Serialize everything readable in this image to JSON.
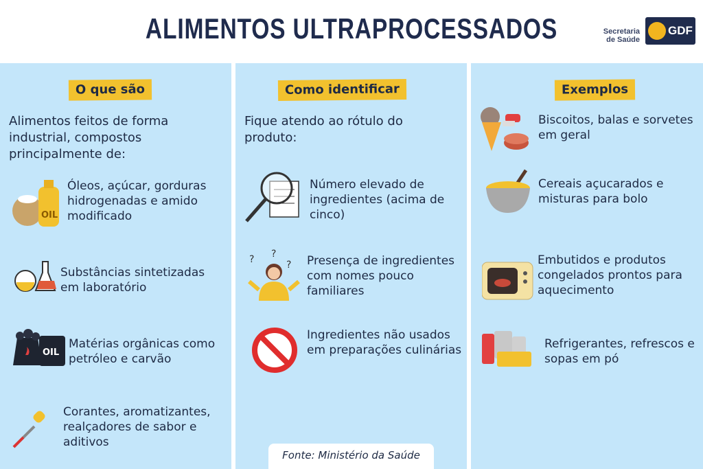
{
  "title": "ALIMENTOS ULTRAPROCESSADOS",
  "logo": {
    "secretaria": "Secretaria",
    "de_saude": "de Saúde",
    "gdf": "GDF"
  },
  "columns": [
    {
      "heading": "O que são",
      "intro": "Alimentos feitos de forma industrial, compostos principalmente de:",
      "items": [
        {
          "icon": "sugar-oil-icon",
          "text": "Óleos, açúcar, gorduras hidrogenadas e amido modificado"
        },
        {
          "icon": "lab-flasks-icon",
          "text": "Substâncias sintetizadas em laboratório"
        },
        {
          "icon": "coal-oil-barrel-icon",
          "text": "Matérias orgânicas como petróleo e carvão"
        },
        {
          "icon": "dropper-icon",
          "text": "Corantes, aromatizantes, realçadores de sabor e aditivos"
        }
      ]
    },
    {
      "heading": "Como identificar",
      "intro": "Fique atendo ao rótulo do produto:",
      "items": [
        {
          "icon": "magnifier-label-icon",
          "text": "Número elevado de ingredientes (acima de cinco)"
        },
        {
          "icon": "confused-person-icon",
          "text": "Presença de ingredientes com nomes pouco familiares"
        },
        {
          "icon": "prohibited-icon",
          "text": "Ingredientes não usados em preparações culinárias"
        }
      ]
    },
    {
      "heading": "Exemplos",
      "items": [
        {
          "icon": "sweets-icon",
          "text": "Biscoitos, balas e sorvetes em geral"
        },
        {
          "icon": "cereal-bowl-icon",
          "text": "Cereais açucarados e misturas para bolo"
        },
        {
          "icon": "microwave-icon",
          "text": "Embutidos e produtos congelados prontos para aquecimento"
        },
        {
          "icon": "cans-icon",
          "text": "Refrigerantes, refrescos e sopas em pó"
        }
      ]
    }
  ],
  "source": "Fonte: Ministério da Saúde"
}
